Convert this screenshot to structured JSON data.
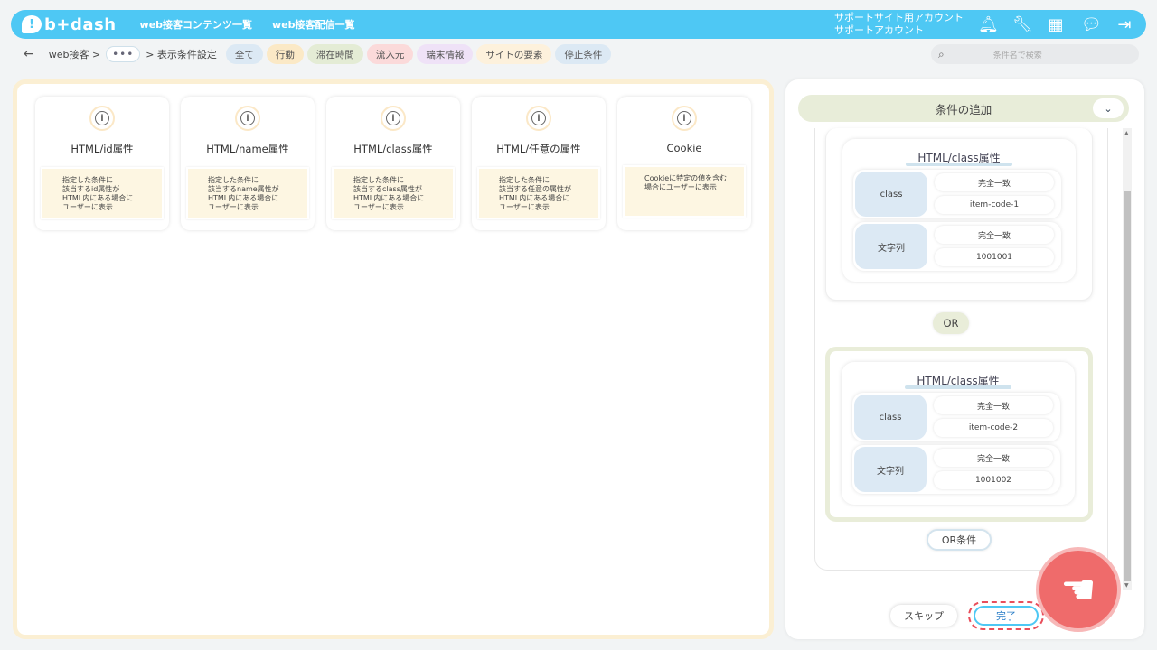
{
  "header": {
    "logo_badge": "!",
    "logo_text": "b+dash",
    "nav": [
      "web接客コンテンツ一覧",
      "web接客配信一覧"
    ],
    "account_line1": "サポートサイト用アカウント",
    "account_line2": "サポートアカウント",
    "icons": [
      "bell-icon",
      "wrench-icon",
      "grid-icon",
      "chat-icon",
      "logout-icon"
    ]
  },
  "breadcrumb": {
    "back": "←",
    "first": "web接客 >",
    "dots": "•••",
    "last": "> 表示条件設定"
  },
  "filters": [
    {
      "label": "全て",
      "color": "#dce9f4"
    },
    {
      "label": "行動",
      "color": "#fbe9c6"
    },
    {
      "label": "滞在時間",
      "color": "#e4ecd5"
    },
    {
      "label": "流入元",
      "color": "#fbdada"
    },
    {
      "label": "端末情報",
      "color": "#efe2f7"
    },
    {
      "label": "サイトの要素",
      "color": "#fdf1dc"
    },
    {
      "label": "停止条件",
      "color": "#dce9f4"
    }
  ],
  "search": {
    "placeholder": "条件名で検索"
  },
  "cards": [
    {
      "title": "HTML/id属性",
      "desc": "指定した条件に\n該当するid属性が\nHTML内にある場合に\nユーザーに表示"
    },
    {
      "title": "HTML/name属性",
      "desc": "指定した条件に\n該当するname属性が\nHTML内にある場合に\nユーザーに表示"
    },
    {
      "title": "HTML/class属性",
      "desc": "指定した条件に\n該当するclass属性が\nHTML内にある場合に\nユーザーに表示"
    },
    {
      "title": "HTML/任意の属性",
      "desc": "指定した条件に\n該当する任意の属性が\nHTML内にある場合に\nユーザーに表示"
    },
    {
      "title": "Cookie",
      "desc": "Cookieに特定の値を含む\n場合にユーザーに表示"
    }
  ],
  "panel": {
    "title": "条件の追加",
    "collapse_icon": "⌄",
    "groups": [
      {
        "title": "HTML/class属性",
        "rows": [
          {
            "key": "class",
            "match": "完全一致",
            "value": "item-code-1"
          },
          {
            "key": "文字列",
            "match": "完全一致",
            "value": "1001001"
          }
        ]
      },
      {
        "title": "HTML/class属性",
        "rows": [
          {
            "key": "class",
            "match": "完全一致",
            "value": "item-code-2"
          },
          {
            "key": "文字列",
            "match": "完全一致",
            "value": "1001002"
          }
        ]
      }
    ],
    "or_label": "OR",
    "or_condition_button": "OR条件",
    "skip_button": "スキップ",
    "done_button": "完了"
  }
}
